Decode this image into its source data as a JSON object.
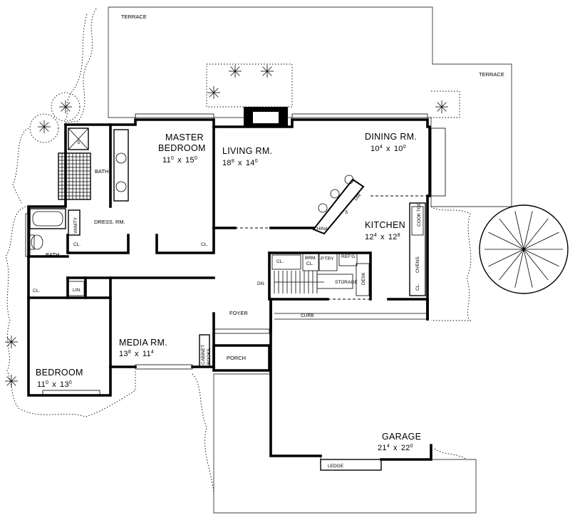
{
  "rooms": {
    "terrace_left": "TERRACE",
    "terrace_right": "TERRACE",
    "master_bedroom": {
      "line1": "MASTER",
      "line2": "BEDROOM",
      "dim_w": "11",
      "dim_w_sup": "0",
      "dim_sep": "x",
      "dim_l": "15",
      "dim_l_sup": "0"
    },
    "living_rm": {
      "name": "LIVING RM.",
      "dim_w": "18",
      "dim_w_sup": "8",
      "dim_sep": "x",
      "dim_l": "14",
      "dim_l_sup": "0"
    },
    "dining_rm": {
      "name": "DINING RM.",
      "dim_w": "10",
      "dim_w_sup": "4",
      "dim_sep": "x",
      "dim_l": "10",
      "dim_l_sup": "0"
    },
    "kitchen": {
      "name": "KITCHEN",
      "dim_w": "12",
      "dim_w_sup": "4",
      "dim_sep": "x",
      "dim_l": "12",
      "dim_l_sup": "8"
    },
    "bath_upper": "BATH",
    "bath_lower": "BATH",
    "dress_rm": "DRESS. RM.",
    "vanity": "VANITY",
    "media_rm": {
      "name": "MEDIA RM.",
      "dim_w": "13",
      "dim_w_sup": "8",
      "dim_sep": "x",
      "dim_l": "11",
      "dim_l_sup": "4"
    },
    "bedroom": {
      "name": "BEDROOM",
      "dim_w": "11",
      "dim_w_sup": "0",
      "dim_sep": "x",
      "dim_l": "13",
      "dim_l_sup": "0"
    },
    "foyer": "FOYER",
    "porch": "PORCH",
    "garage": {
      "name": "GARAGE",
      "dim_w": "21",
      "dim_w_sup": "4",
      "dim_sep": "x",
      "dim_l": "22",
      "dim_l_sup": "0"
    }
  },
  "fixtures": {
    "cl": "CL.",
    "lin": "LIN.",
    "brm": "BRM.",
    "brm_cl": "CL.",
    "ptry": "P'TRY",
    "refg": "REF'G",
    "storage": "STORAGE",
    "desk": "DESK",
    "china": "CHINA",
    "cook_top": "COOK TOP",
    "ovens": "OVENS",
    "dw": "DW",
    "sink": "S",
    "dn": "DN.",
    "curb": "CURB",
    "ledge": "LEDGE",
    "cabinet": "CABINET",
    "books": "BOOKS",
    "shower": "S"
  }
}
